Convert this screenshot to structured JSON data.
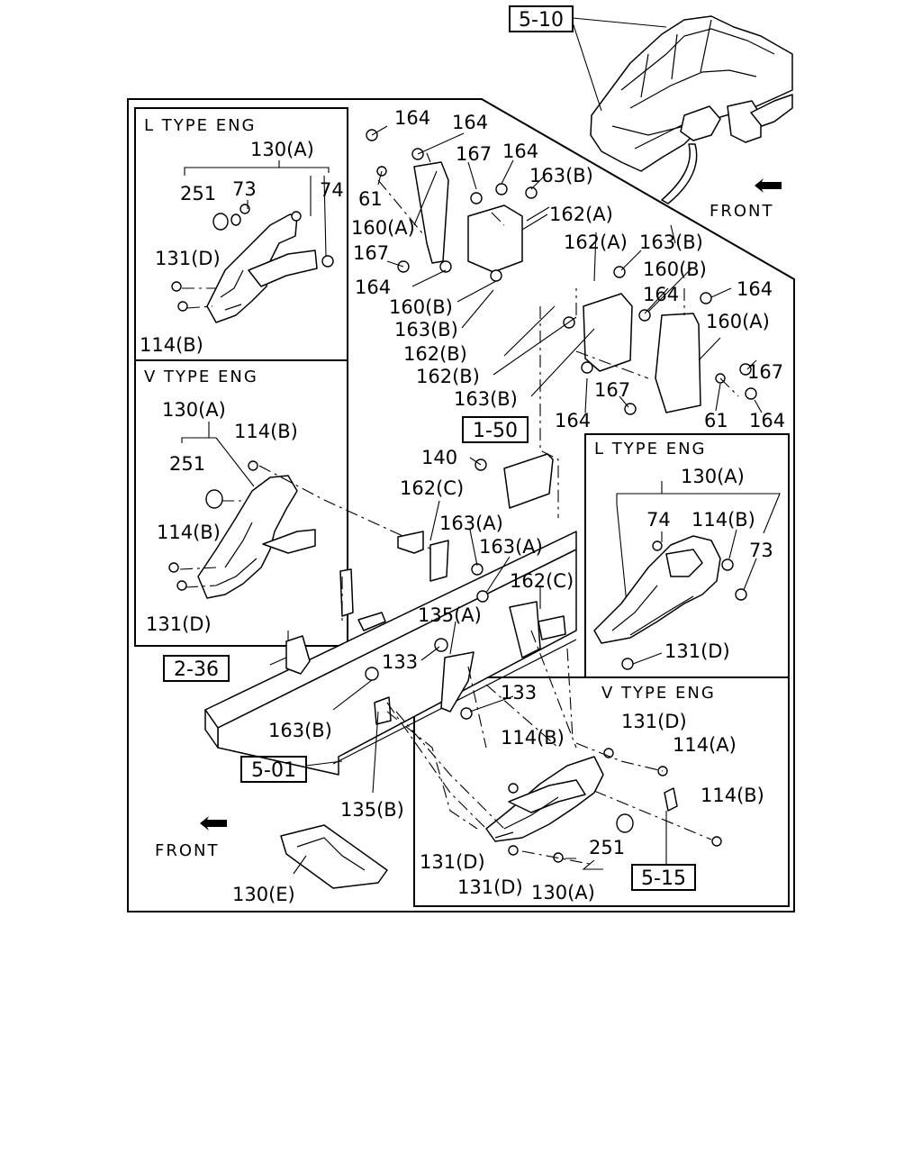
{
  "sections": {
    "top_left": "L TYPE ENG",
    "mid_left": "V TYPE ENG",
    "mid_right": "L TYPE ENG",
    "bottom_right": "V TYPE ENG"
  },
  "refs": {
    "r510": "5-10",
    "r150": "1-50",
    "r236": "2-36",
    "r501": "5-01",
    "r515": "5-15"
  },
  "front_top": "FRONT",
  "front_bottom": "FRONT",
  "callouts": {
    "c01": "164",
    "c02": "164",
    "c03": "167",
    "c04": "164",
    "c05": "163(B)",
    "c06": "61",
    "c07": "162(A)",
    "c08": "160(A)",
    "c09": "167",
    "c10": "164",
    "c11": "160(B)",
    "c12": "163(B)",
    "c13": "162(B)",
    "c14": "162(B)",
    "c15": "163(B)",
    "c16": "162(A)",
    "c17": "163(B)",
    "c18": "160(B)",
    "c19": "164",
    "c20": "164",
    "c21": "160(A)",
    "c22": "167",
    "c23": "167",
    "c24": "164",
    "c25": "61",
    "c26": "164",
    "c27": "140",
    "c28": "162(C)",
    "c29": "163(A)",
    "c30": "163(A)",
    "c31": "162(C)",
    "c32": "135(A)",
    "c33": "133",
    "c34": "133",
    "c35": "163(B)",
    "c36": "135(B)",
    "c37": "130(E)",
    "l1_130a": "130(A)",
    "l1_251": "251",
    "l1_73": "73",
    "l1_74": "74",
    "l1_131d": "131(D)",
    "l1_114b": "114(B)",
    "v1_130a": "130(A)",
    "v1_114b_a": "114(B)",
    "v1_251": "251",
    "v1_114b_b": "114(B)",
    "v1_131d": "131(D)",
    "l2_130a": "130(A)",
    "l2_74": "74",
    "l2_114b": "114(B)",
    "l2_73": "73",
    "l2_131d": "131(D)",
    "v2_131d_a": "131(D)",
    "v2_114b_a": "114(B)",
    "v2_114a": "114(A)",
    "v2_114b_b": "114(B)",
    "v2_251": "251",
    "v2_131d_b": "131(D)",
    "v2_131d_c": "131(D)",
    "v2_130a": "130(A)"
  }
}
